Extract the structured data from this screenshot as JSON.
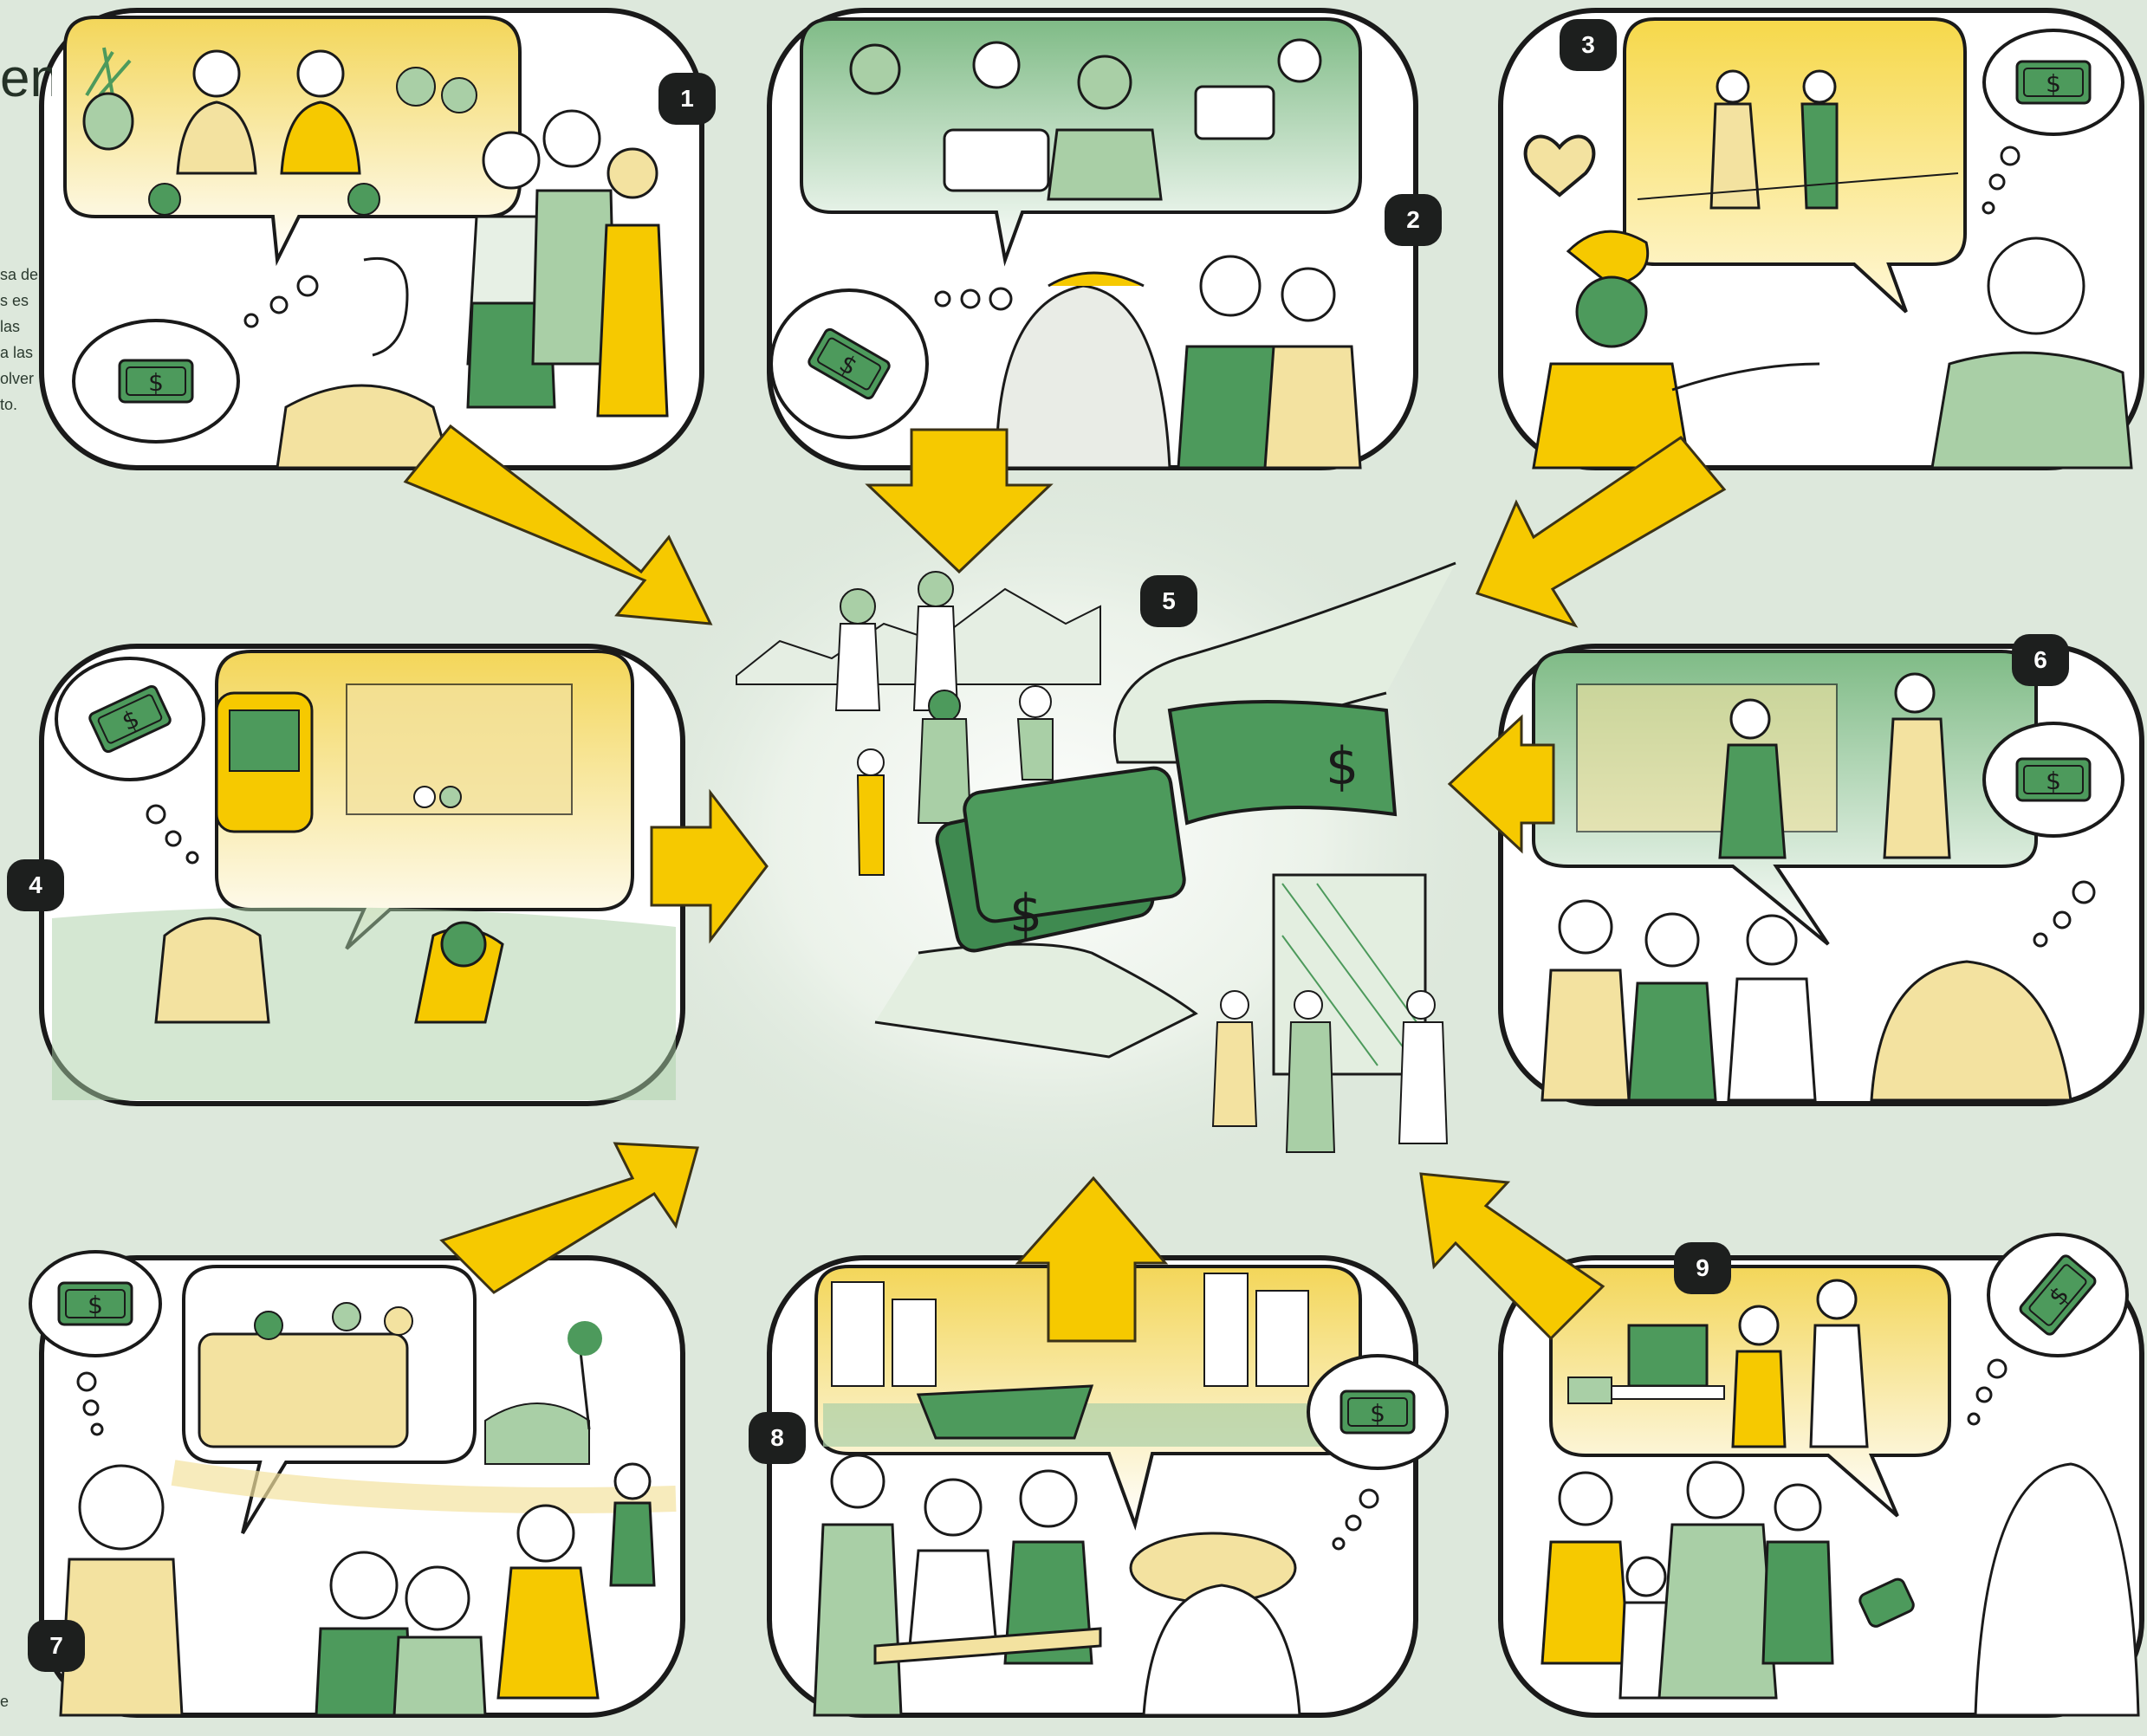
{
  "colors": {
    "background": "#dde8dc",
    "panel_fill": "#ffffff",
    "panel_border": "#1a1a1a",
    "arrow_yellow": "#f6c900",
    "arrow_outline": "#3b3216",
    "money_green": "#4d9a5c",
    "light_green": "#a9cfa6",
    "pale_yellow": "#f3e2a0",
    "badge": "#1d1f1e"
  },
  "cut_text": {
    "title": "en",
    "lines": [
      "sa de",
      "s es",
      "las",
      "a las",
      "olver",
      "to."
    ],
    "footer": "e"
  },
  "panels": [
    {
      "number": "1",
      "scene": "family-meeting",
      "thought_icon": "money-icon"
    },
    {
      "number": "2",
      "scene": "sewing-workshop",
      "thought_icon": "money-icon"
    },
    {
      "number": "3",
      "scene": "romance-promise",
      "thought_icon": "money-icon"
    },
    {
      "number": "4",
      "scene": "city-job-offer",
      "thought_icon": "money-icon"
    },
    {
      "number": "5",
      "scene": "money-exchange-center"
    },
    {
      "number": "6",
      "scene": "domestic-work-offer",
      "thought_icon": "money-icon"
    },
    {
      "number": "7",
      "scene": "village-transport",
      "thought_icon": "money-icon"
    },
    {
      "number": "8",
      "scene": "boat-to-city",
      "thought_icon": "money-icon"
    },
    {
      "number": "9",
      "scene": "education-offer",
      "thought_icon": "money-icon"
    }
  ],
  "currency_symbol": "$"
}
